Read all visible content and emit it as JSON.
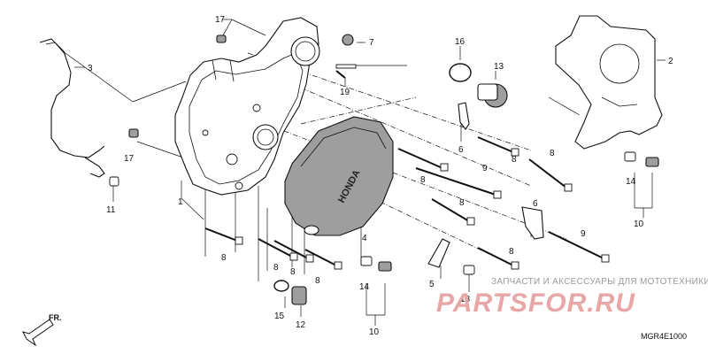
{
  "diagram": {
    "code": "MGR4E1000",
    "direction_label": "FR.",
    "cover_brand": "HONDA",
    "watermark": {
      "line1": "ЗАПЧАСТИ И АКСЕССУАРЫ ДЛЯ МОТОТЕХНИКИ",
      "line2": "PARTSFOR.RU"
    },
    "callouts": [
      {
        "id": "c1",
        "label": "1"
      },
      {
        "id": "c2",
        "label": "2"
      },
      {
        "id": "c3",
        "label": "3"
      },
      {
        "id": "c4",
        "label": "4"
      },
      {
        "id": "c5",
        "label": "5"
      },
      {
        "id": "c6a",
        "label": "6"
      },
      {
        "id": "c6b",
        "label": "6"
      },
      {
        "id": "c7",
        "label": "7"
      },
      {
        "id": "c8a",
        "label": "8"
      },
      {
        "id": "c8b",
        "label": "8"
      },
      {
        "id": "c8c",
        "label": "8"
      },
      {
        "id": "c8d",
        "label": "8"
      },
      {
        "id": "c8e",
        "label": "8"
      },
      {
        "id": "c8f",
        "label": "8"
      },
      {
        "id": "c8g",
        "label": "8"
      },
      {
        "id": "c8h",
        "label": "8"
      },
      {
        "id": "c8i",
        "label": "8"
      },
      {
        "id": "c9a",
        "label": "9"
      },
      {
        "id": "c9b",
        "label": "9"
      },
      {
        "id": "c10a",
        "label": "10"
      },
      {
        "id": "c10b",
        "label": "10"
      },
      {
        "id": "c11",
        "label": "11"
      },
      {
        "id": "c12",
        "label": "12"
      },
      {
        "id": "c13",
        "label": "13"
      },
      {
        "id": "c14a",
        "label": "14"
      },
      {
        "id": "c14b",
        "label": "14"
      },
      {
        "id": "c15",
        "label": "15"
      },
      {
        "id": "c16",
        "label": "16"
      },
      {
        "id": "c17a",
        "label": "17"
      },
      {
        "id": "c17b",
        "label": "17"
      },
      {
        "id": "c18",
        "label": "18"
      },
      {
        "id": "c19",
        "label": "19"
      }
    ]
  }
}
